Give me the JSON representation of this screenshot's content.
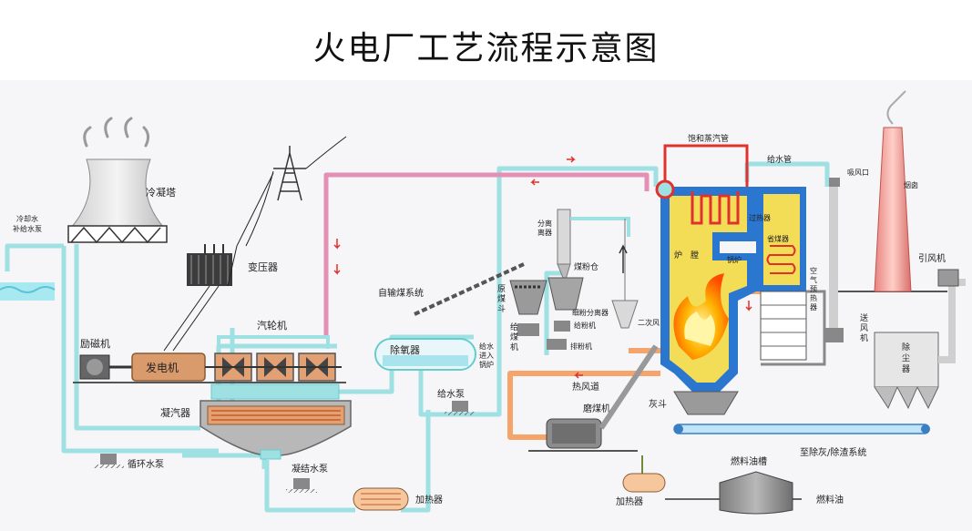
{
  "title": "火电厂工艺流程示意图",
  "labels": {
    "cooling_tower": "冷凝塔",
    "makeup_water": [
      "冷却水",
      "补给水泵"
    ],
    "transformer": "变压器",
    "exciter": "励磁机",
    "generator": "发电机",
    "turbine": "汽轮机",
    "condenser": "凝汽器",
    "circ_pump": "循环水泵",
    "condensate_pump": "凝结水泵",
    "heater_low": "加热器",
    "deaerator": "除氧器",
    "feed_pump": "给水泵",
    "auto_coal": "自输煤系统",
    "raw_coal_hopper": [
      "原",
      "煤",
      "斗"
    ],
    "feeder": [
      "给",
      "煤",
      "机"
    ],
    "separator": [
      "分离",
      "离器"
    ],
    "pulverized_bin": "煤粉仓",
    "fine_separator": "细粉分离器",
    "pc_feeder": "给粉机",
    "exhauster": "排粉机",
    "secondary_air": "二次风",
    "hot_air_duct": "热风道",
    "mill": "磨煤机",
    "ash_hopper": "灰斗",
    "furnace": [
      "炉",
      "膛"
    ],
    "boiler": "锅炉",
    "sat_steam_pipe": "饱和蒸汽管",
    "superheater": "过热器",
    "feedwater_pipe": "给水管",
    "economizer": "省煤器",
    "air_preheater": [
      "空",
      "气",
      "预",
      "热",
      "器"
    ],
    "draft_port": "吸风口",
    "chimney": "烟囱",
    "id_fan": "引风机",
    "fd_fan": [
      "送",
      "风",
      "机"
    ],
    "dust_collector": [
      "除",
      "尘",
      "器"
    ],
    "ash_removal": "至除灰/除渣系统",
    "fuel_tank": "燃料油槽",
    "heater_oil": "加热器",
    "fuel_oil": "燃料油",
    "feedwater_in": [
      "给水",
      "进入",
      "锅炉"
    ]
  },
  "colors": {
    "water_pipe": "#9fe0e3",
    "steam_pipe": "#e48fb4",
    "hot_air_pipe": "#f5a56b",
    "furnace_blue": "#2b77d0",
    "boiler_yellow": "#f3dd57",
    "flame": "#ff6a00",
    "red_arrow": "#e0312d",
    "ground": "#6b6b6b"
  }
}
